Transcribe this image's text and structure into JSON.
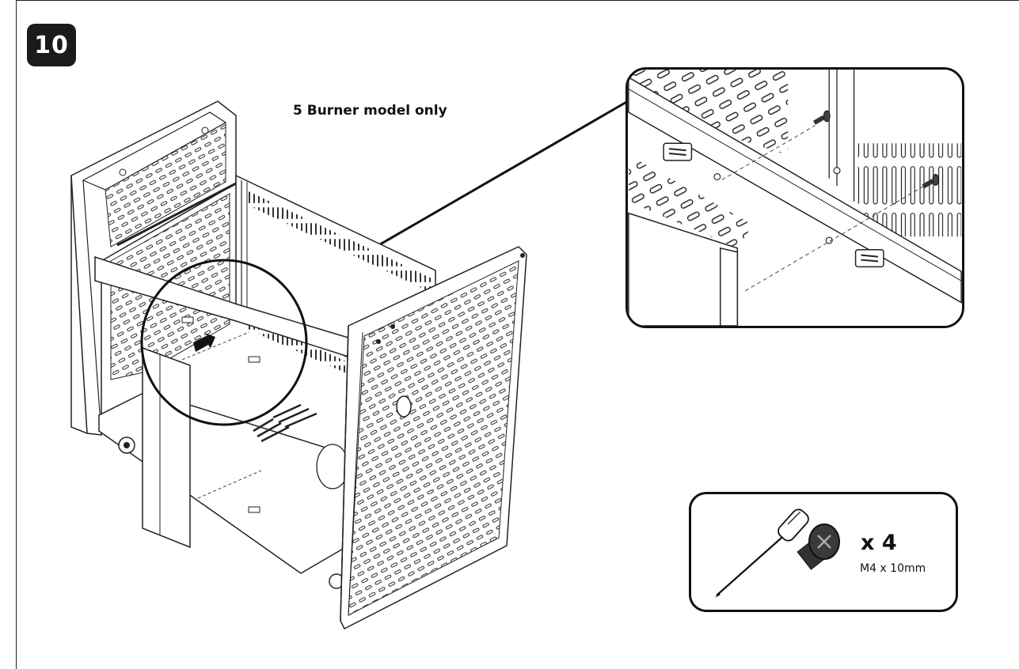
{
  "step": {
    "number": "10"
  },
  "note": "5 Burner model only",
  "hardware": {
    "quantity": "x 4",
    "spec": "M4 x 10mm",
    "tool_icon": "screwdriver-icon",
    "part_icon": "screw-icon"
  }
}
